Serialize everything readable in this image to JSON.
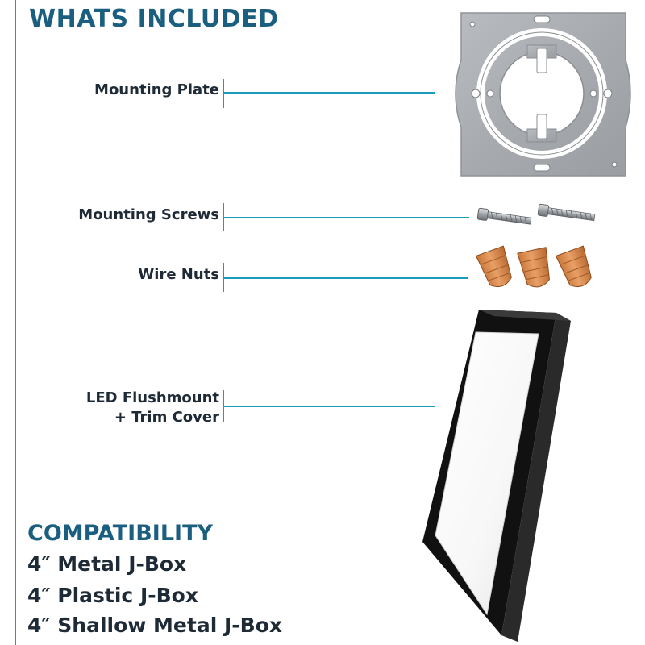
{
  "heading": "WHATS INCLUDED",
  "items": [
    {
      "label": "Mounting Plate"
    },
    {
      "label": "Mounting Screws"
    },
    {
      "label": "Wire Nuts"
    },
    {
      "label_line1": "LED Flushmount",
      "label_line2": "+ Trim Cover"
    }
  ],
  "compatibility": {
    "title": "COMPATIBILITY",
    "list": [
      "4″ Metal J-Box",
      "4″ Plastic J-Box",
      "4″ Shallow Metal J-Box"
    ]
  },
  "colors": {
    "accent": "#1a9dba",
    "heading": "#1b5f80",
    "text": "#1e2a36"
  }
}
